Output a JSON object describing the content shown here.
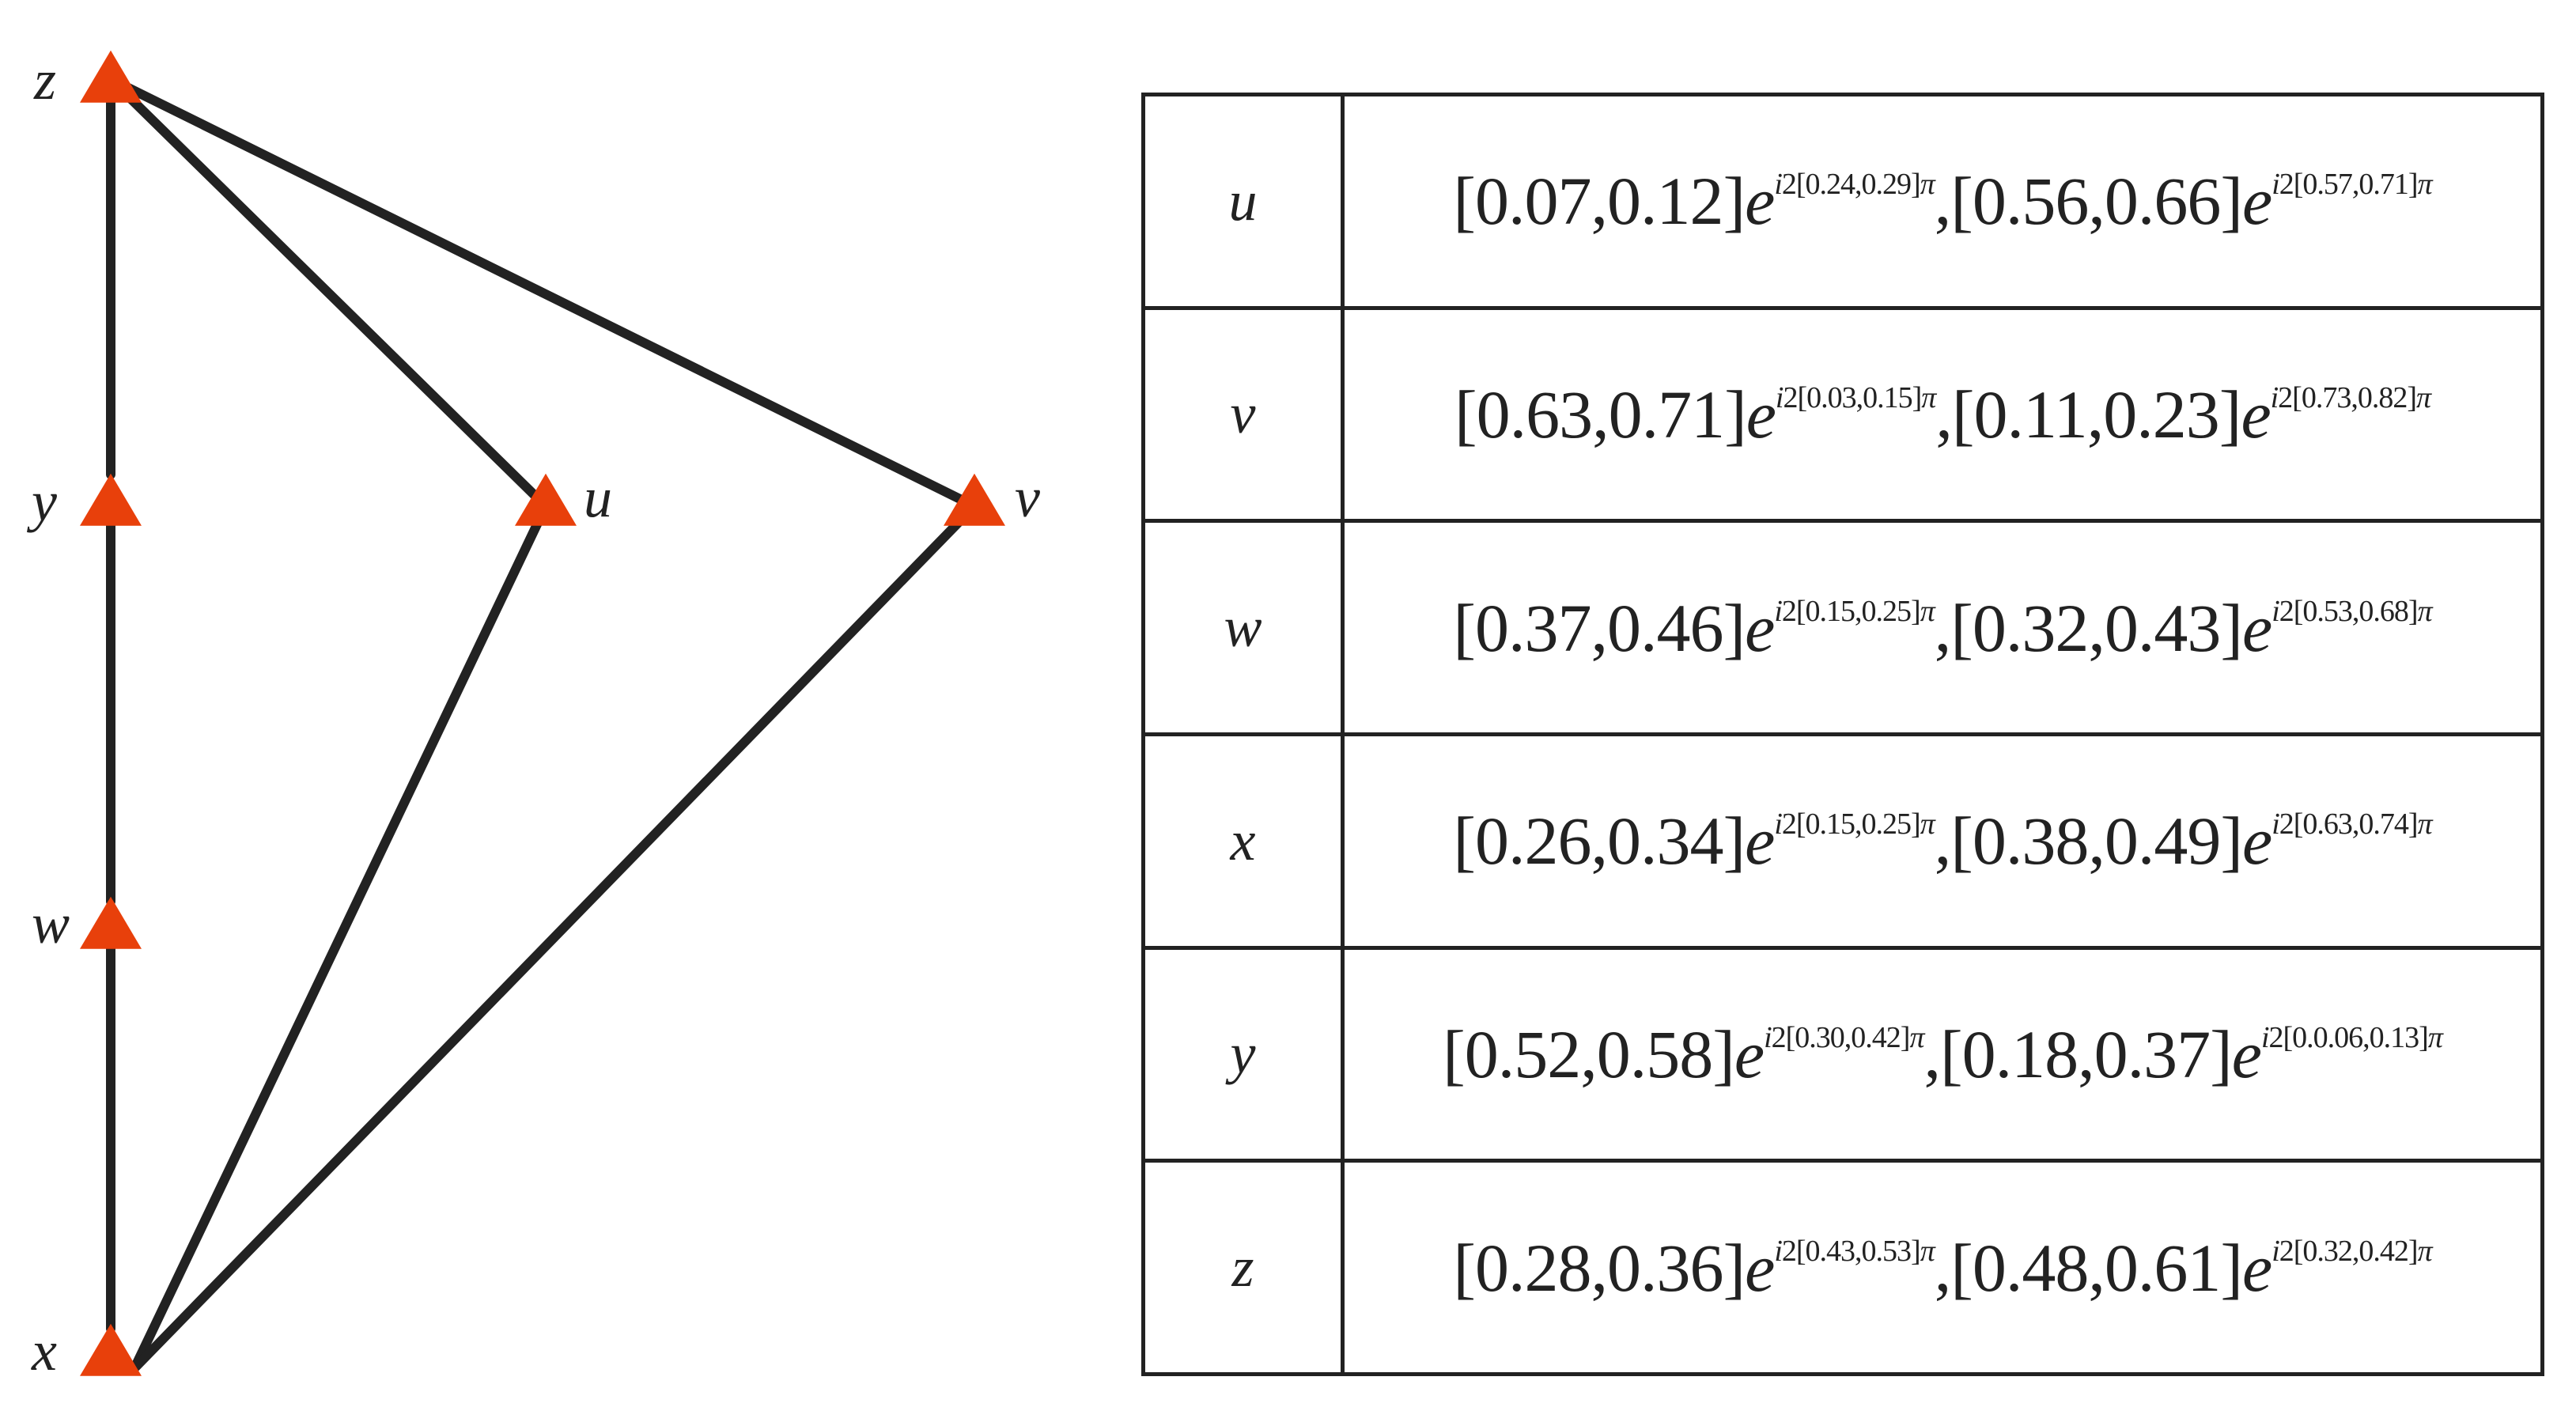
{
  "diagram": {
    "node_color": "#e8400b",
    "edge_color": "#222222",
    "nodes": [
      {
        "id": "z",
        "label": "z"
      },
      {
        "id": "y",
        "label": "y"
      },
      {
        "id": "u",
        "label": "u"
      },
      {
        "id": "v",
        "label": "v"
      },
      {
        "id": "w",
        "label": "w"
      },
      {
        "id": "x",
        "label": "x"
      }
    ],
    "edges": [
      [
        "z",
        "y"
      ],
      [
        "y",
        "w"
      ],
      [
        "w",
        "x"
      ],
      [
        "z",
        "u"
      ],
      [
        "z",
        "v"
      ],
      [
        "u",
        "x"
      ],
      [
        "v",
        "x"
      ]
    ]
  },
  "table": {
    "rows": [
      {
        "var": "u",
        "a": "[0.07,0.12]",
        "ae": "[0.24,0.29]",
        "sep": ",",
        "b": "[0.56,0.66]",
        "be": "[0.57,0.71]"
      },
      {
        "var": "v",
        "a": "[0.63,0.71]",
        "ae": "[0.03,0.15]",
        "sep": ",",
        "b": "[0.11,0.23]",
        "be": "[0.73,0.82]"
      },
      {
        "var": "w",
        "a": "[0.37,0.46]",
        "ae": "[0.15,0.25]",
        "sep": ",",
        "b": "[0.32,0.43]",
        "be": "[0.53,0.68]"
      },
      {
        "var": "x",
        "a": "[0.26,0.34]",
        "ae": "[0.15,0.25]",
        "sep": ",",
        "b": "[0.38,0.49]",
        "be": "[0.63,0.74]"
      },
      {
        "var": "y",
        "a": "[0.52,0.58]",
        "ae": "[0.30,0.42]",
        "sep": ",",
        "b": "[0.18,0.37]",
        "be": "[0.0.06,0.13]"
      },
      {
        "var": "z",
        "a": "[0.28,0.36]",
        "ae": "[0.43,0.53]",
        "sep": ",",
        "b": "[0.48,0.61]",
        "be": "[0.32,0.42]"
      }
    ],
    "e_symbol": "e",
    "i_symbol": "i",
    "two": "2",
    "pi_symbol": "π"
  }
}
